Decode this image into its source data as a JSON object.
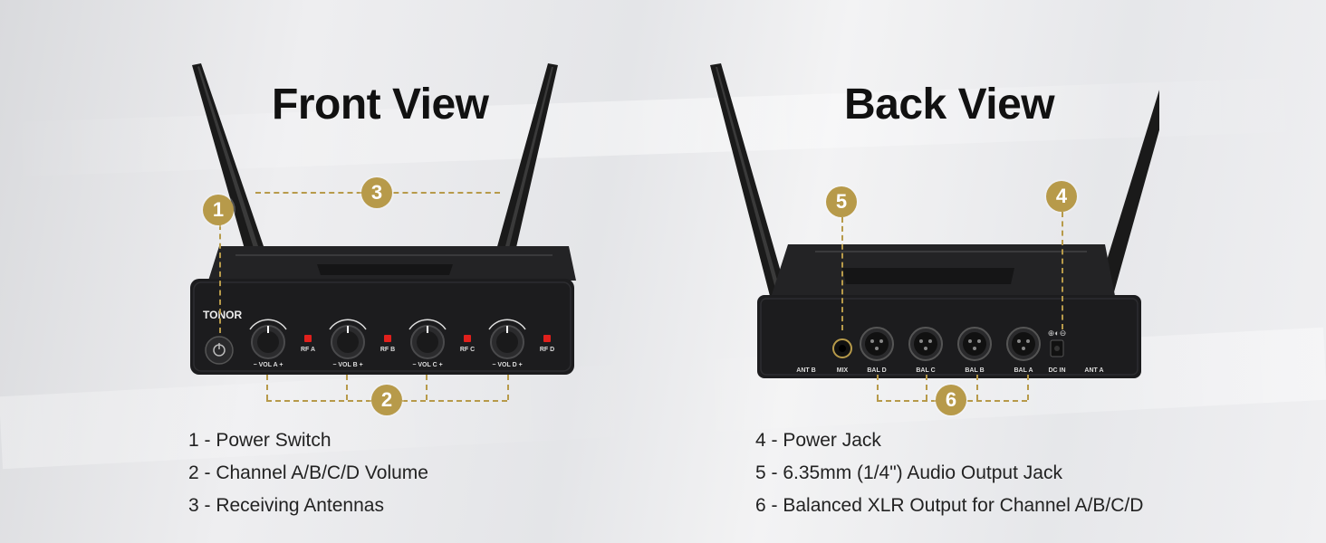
{
  "front": {
    "title": "Front View",
    "brand": "TONOR",
    "knobs": [
      "VOL A",
      "VOL B",
      "VOL C",
      "VOL D"
    ],
    "rf_labels": [
      "RF A",
      "RF B",
      "RF C",
      "RF D"
    ],
    "legend": [
      "1 - Power Switch",
      "2 - Channel A/B/C/D Volume",
      "3 - Receiving Antennas"
    ]
  },
  "back": {
    "title": "Back View",
    "ports": [
      "BAL D",
      "BAL C",
      "BAL B",
      "BAL A"
    ],
    "mix_label": "MIX",
    "dc_label": "DC IN",
    "ant_left_label": "ANT B",
    "ant_right_label": "ANT A",
    "legend": [
      "4 - Power Jack",
      "5 - 6.35mm (1/4\") Audio Output Jack",
      "6 - Balanced XLR Output for Channel A/B/C/D"
    ]
  },
  "badges": [
    "1",
    "2",
    "3",
    "4",
    "5",
    "6"
  ],
  "colors": {
    "accent": "#b79a4a",
    "device": "#1c1c1e",
    "led": "#e0201c"
  }
}
